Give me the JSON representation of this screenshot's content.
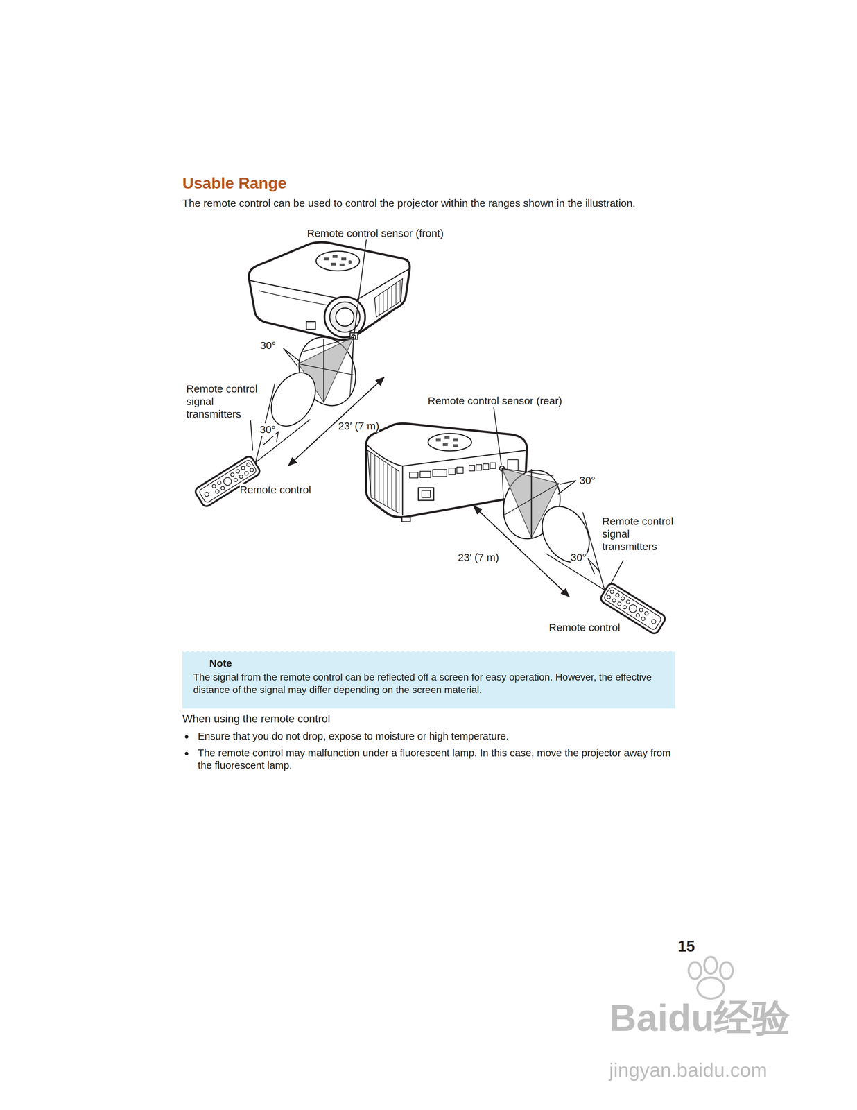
{
  "diagram": {
    "title": "Usable Range",
    "nodes": [
      {
        "text": [
          "Note",
          "The signal from the remote control can be reflected off a screen for easy operation. However, the effective distance of the signal may differ depending on the screen material."
        ]
      }
    ],
    "labels": [
      "The remote control can be used to control the projector within the ranges shown in the illustration.",
      "Remote control sensor (front)",
      "30°",
      "Remote control signal transmitters",
      "30°",
      "23′ (7 m)",
      "Remote control",
      "Remote control sensor (rear)",
      "30°",
      "Remote control signal transmitters",
      "30°",
      "23′ (7 m)",
      "Remote control",
      "When using the remote control",
      "Ensure that you do not drop, expose to moisture or high temperature.",
      "The remote control may malfunction under a fluorescent lamp. In this case, move the projector away from the fluorescent lamp.",
      "15",
      "Baidu经验",
      "jingyan.baidu.com"
    ]
  }
}
